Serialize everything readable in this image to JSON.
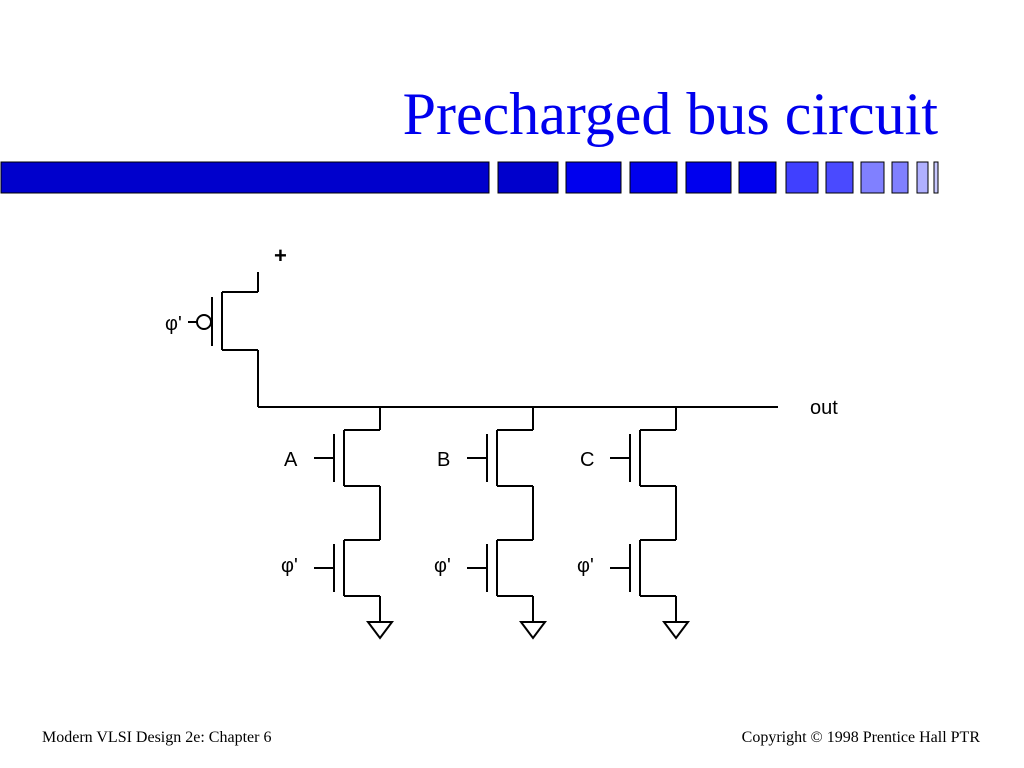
{
  "slide": {
    "title": "Precharged bus circuit"
  },
  "accent_colors": {
    "title": "#0000ee",
    "bar_dark": "#0000cc",
    "bar_mid": "#0000ee",
    "bar_light": "#8080ff"
  },
  "circuit": {
    "supply_label": "+",
    "precharge_gate_label": "φ'",
    "output_label": "out",
    "branches": [
      {
        "input_label": "A",
        "clock_label": "φ'"
      },
      {
        "input_label": "B",
        "clock_label": "φ'"
      },
      {
        "input_label": "C",
        "clock_label": "φ'"
      }
    ]
  },
  "footer": {
    "left": "Modern VLSI Design 2e: Chapter 6",
    "right": "Copyright © 1998 Prentice Hall PTR"
  }
}
